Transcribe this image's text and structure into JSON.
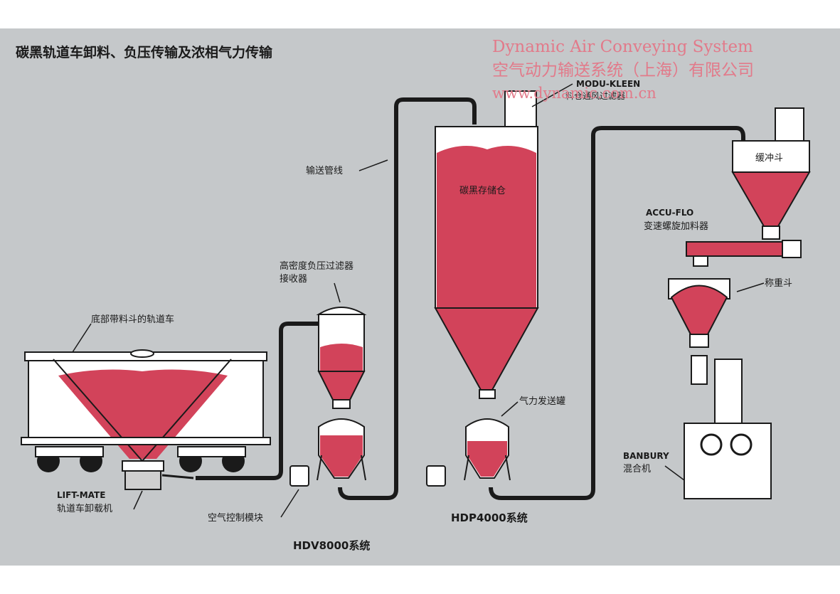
{
  "title": "碳黑轨道车卸料、负压传输及浓相气力传输",
  "watermark": {
    "line1": "Dynamic Air Conveying System",
    "line2": "空气动力输送系统（上海）有限公司",
    "line3": "www.dynamic.com.cn"
  },
  "labels": {
    "modu_kleen_en": "MODU-KLEEN",
    "modu_kleen_cn": "料仓通风过滤器",
    "pipeline": "输送管线",
    "silo": "碳黑存储仓",
    "buffer": "缓冲斗",
    "accu_flo_en": "ACCU-FLO",
    "accu_flo_cn": "变速螺旋加料器",
    "weigh": "称重斗",
    "receiver_1": "高密度负压过滤器",
    "receiver_2": "接收器",
    "railcar": "底部带料斗的轨道车",
    "lift_mate_en": "LIFT-MATE",
    "lift_mate_cn": "轨道车卸载机",
    "air_module": "空气控制模块",
    "hdv": "HDV8000系统",
    "hdp": "HDP4000系统",
    "pressure_vessel": "气力发送罐",
    "banbury_en": "BANBURY",
    "banbury_cn": "混合机"
  },
  "colors": {
    "background": "#c5c8ca",
    "material": "#d2435a",
    "equipment": "#ffffff",
    "outline": "#1a1a1a",
    "pipe": "#1a1a1a",
    "watermark": "#e27a8a"
  }
}
